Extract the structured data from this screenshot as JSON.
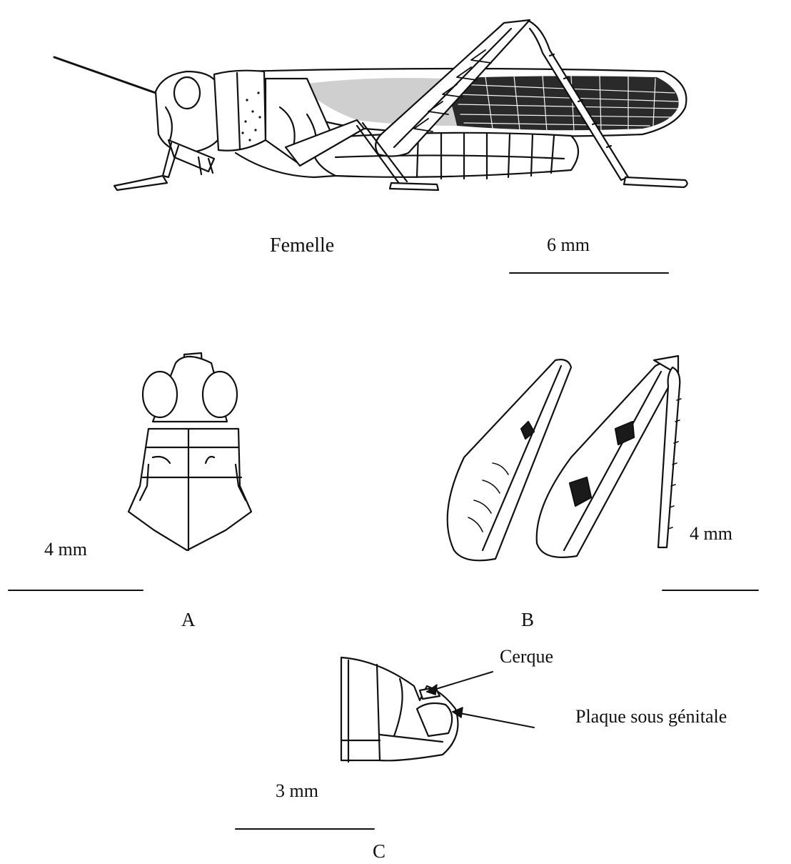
{
  "figure": {
    "sex_label": "Femelle",
    "scale_bars": {
      "main": "6 mm",
      "a": "4 mm",
      "b": "4 mm",
      "c": "3 mm"
    },
    "panel_letters": {
      "a": "A",
      "b": "B",
      "c": "C"
    },
    "callouts": {
      "cerque": "Cerque",
      "plaque": "Plaque sous génitale"
    }
  }
}
